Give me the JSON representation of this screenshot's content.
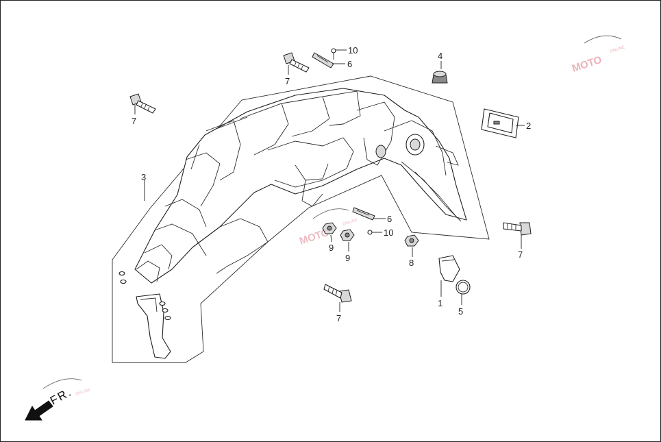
{
  "diagram": {
    "callouts": [
      {
        "id": "c1",
        "text": "1"
      },
      {
        "id": "c2",
        "text": "2"
      },
      {
        "id": "c3",
        "text": "3"
      },
      {
        "id": "c4",
        "text": "4"
      },
      {
        "id": "c5",
        "text": "5"
      },
      {
        "id": "c6a",
        "text": "6"
      },
      {
        "id": "c6b",
        "text": "6"
      },
      {
        "id": "c7a",
        "text": "7"
      },
      {
        "id": "c7b",
        "text": "7"
      },
      {
        "id": "c7c",
        "text": "7"
      },
      {
        "id": "c7d",
        "text": "7"
      },
      {
        "id": "c8",
        "text": "8"
      },
      {
        "id": "c9a",
        "text": "9"
      },
      {
        "id": "c9b",
        "text": "9"
      },
      {
        "id": "c10a",
        "text": "10"
      },
      {
        "id": "c10b",
        "text": "10"
      }
    ],
    "direction_label": "FR.",
    "watermark": {
      "brand": "MOTO",
      "tag": "ONLINE"
    }
  }
}
